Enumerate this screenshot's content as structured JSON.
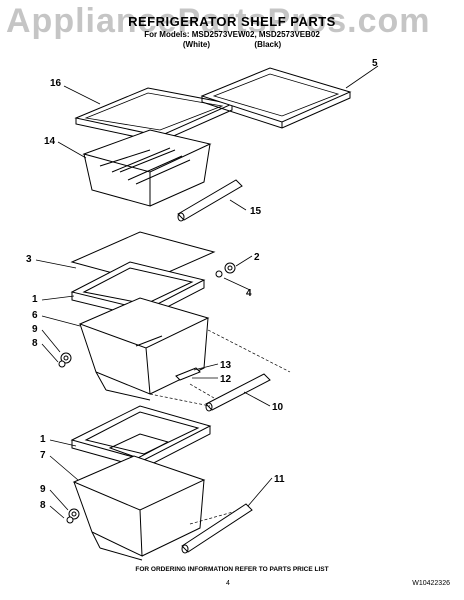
{
  "header": {
    "title": "REFRIGERATOR SHELF PARTS",
    "models_line": "For Models: MSD2573VEW02, MSD2573VEB02",
    "colors_line": "(White)                    (Black)"
  },
  "watermark": "AppliancePartsPros.com",
  "callouts": [
    "16",
    "5",
    "14",
    "15",
    "3",
    "2",
    "4",
    "1",
    "6",
    "9",
    "8",
    "13",
    "12",
    "10",
    "1",
    "7",
    "11",
    "9",
    "8"
  ],
  "footer": {
    "order_note": "FOR ORDERING INFORMATION REFER TO PARTS PRICE LIST",
    "page_number": "4",
    "doc_number": "W10422326"
  }
}
